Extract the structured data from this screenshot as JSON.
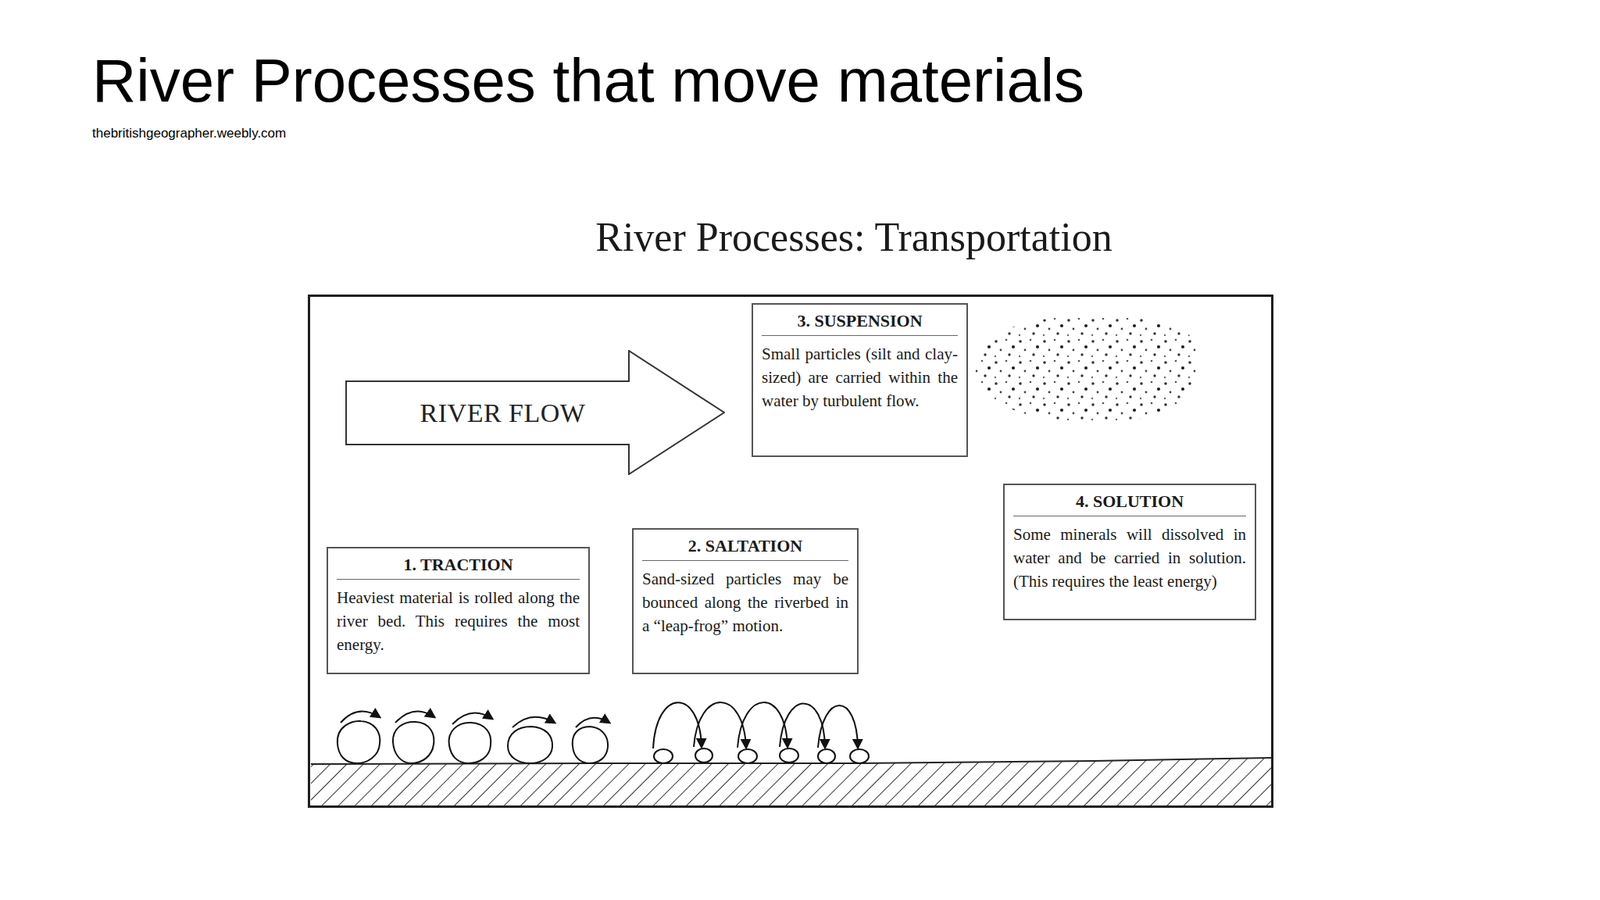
{
  "diagram": {
    "title": "River Processes that move materials",
    "nodes": [
      {
        "text": [
          "River Processes: Transportation"
        ]
      },
      {
        "text": [
          "RIVER FLOW"
        ],
        "in": 0
      },
      {
        "text": [
          "3. SUSPENSION",
          "Small particles (silt and clay-sized) are carried within the water by turbulent flow."
        ],
        "in": 0
      },
      {
        "text": [
          "4. SOLUTION",
          "Some minerals will dissolved in water and be carried in solution. (This requires the least energy)"
        ],
        "in": 0
      },
      {
        "text": [
          "1. TRACTION",
          "Heaviest material is rolled along the river bed. This requires the most energy."
        ],
        "in": 0
      },
      {
        "text": [
          "2. SALTATION",
          "Sand-sized particles may be bounced along the riverbed in a “leap-frog” motion."
        ],
        "in": 0
      }
    ],
    "labels": [
      "thebritishgeographer.weebly.com"
    ]
  }
}
